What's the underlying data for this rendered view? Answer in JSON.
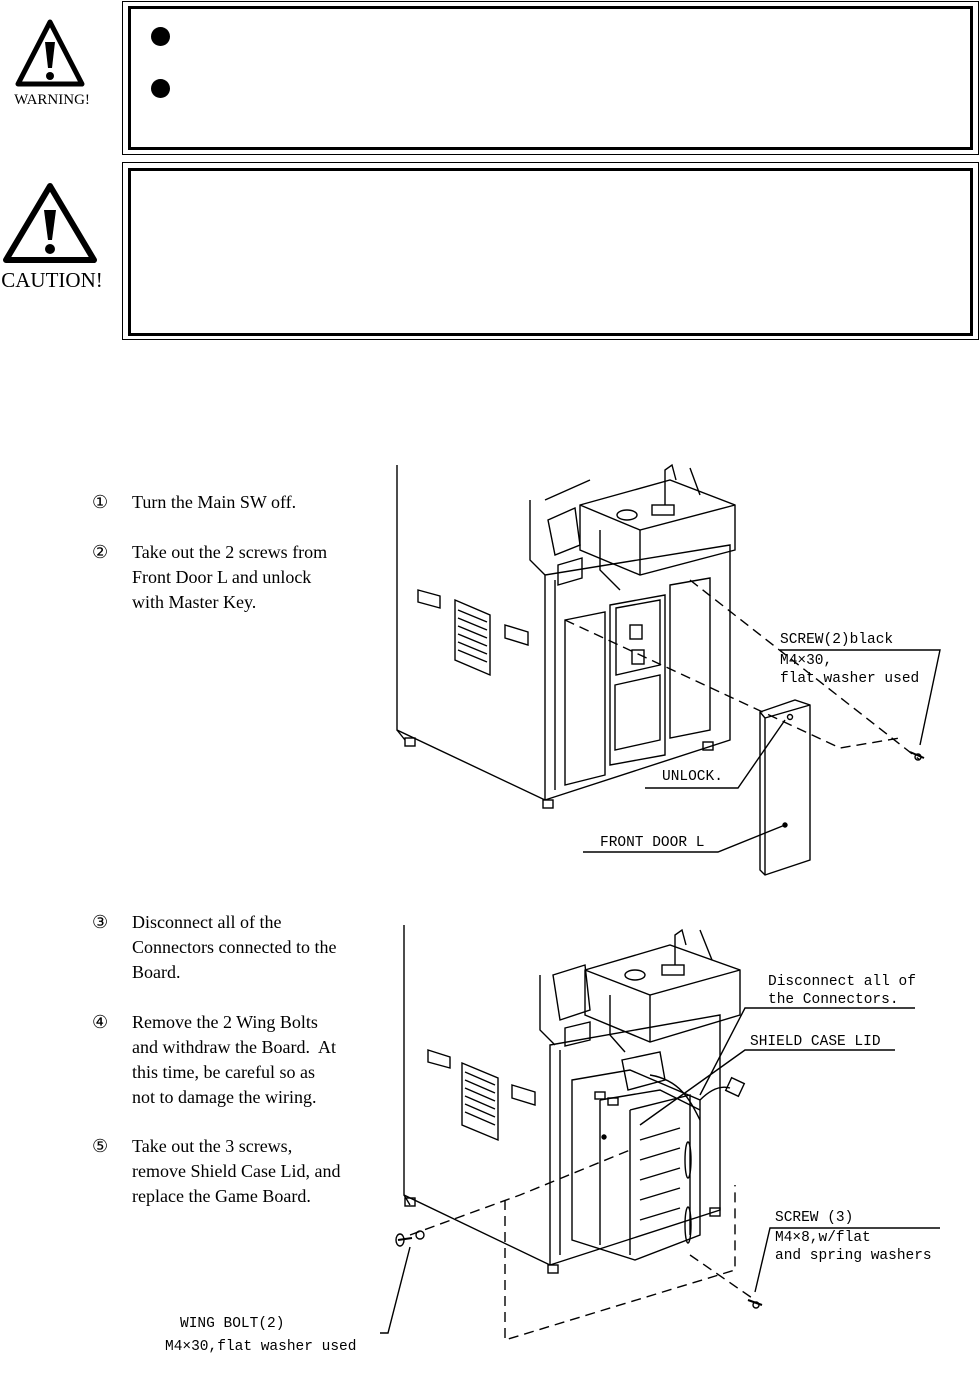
{
  "warning": {
    "label": "WARNING!"
  },
  "caution": {
    "label": "CAUTION!"
  },
  "steps": [
    {
      "num": "①",
      "text": "Turn the Main SW off."
    },
    {
      "num": "②",
      "text": "Take out the 2 screws from\nFront Door L and unlock\nwith Master Key."
    },
    {
      "num": "③",
      "text": "Disconnect all of the\nConnectors connected to the\nBoard."
    },
    {
      "num": "④",
      "text": "Remove the 2 Wing Bolts\nand withdraw the Board.  At\nthis time, be careful so as\nnot to damage the wiring."
    },
    {
      "num": "⑤",
      "text": "Take out the 3 screws,\nremove Shield Case Lid, and\nreplace the Game Board."
    }
  ],
  "figure1": {
    "screw_title": "SCREW(2)black",
    "screw_spec": "M4×30,\nflat washer used",
    "unlock": "UNLOCK.",
    "front_door": "FRONT DOOR L"
  },
  "figure2": {
    "disconnect": "Disconnect all of\nthe Connectors.",
    "shield_lid": "SHIELD CASE LID",
    "screw_title": "SCREW (3)",
    "screw_spec": "M4×8,w/flat\nand spring washers",
    "wing_title": "WING BOLT(2)",
    "wing_spec": "M4×30,flat washer used"
  }
}
